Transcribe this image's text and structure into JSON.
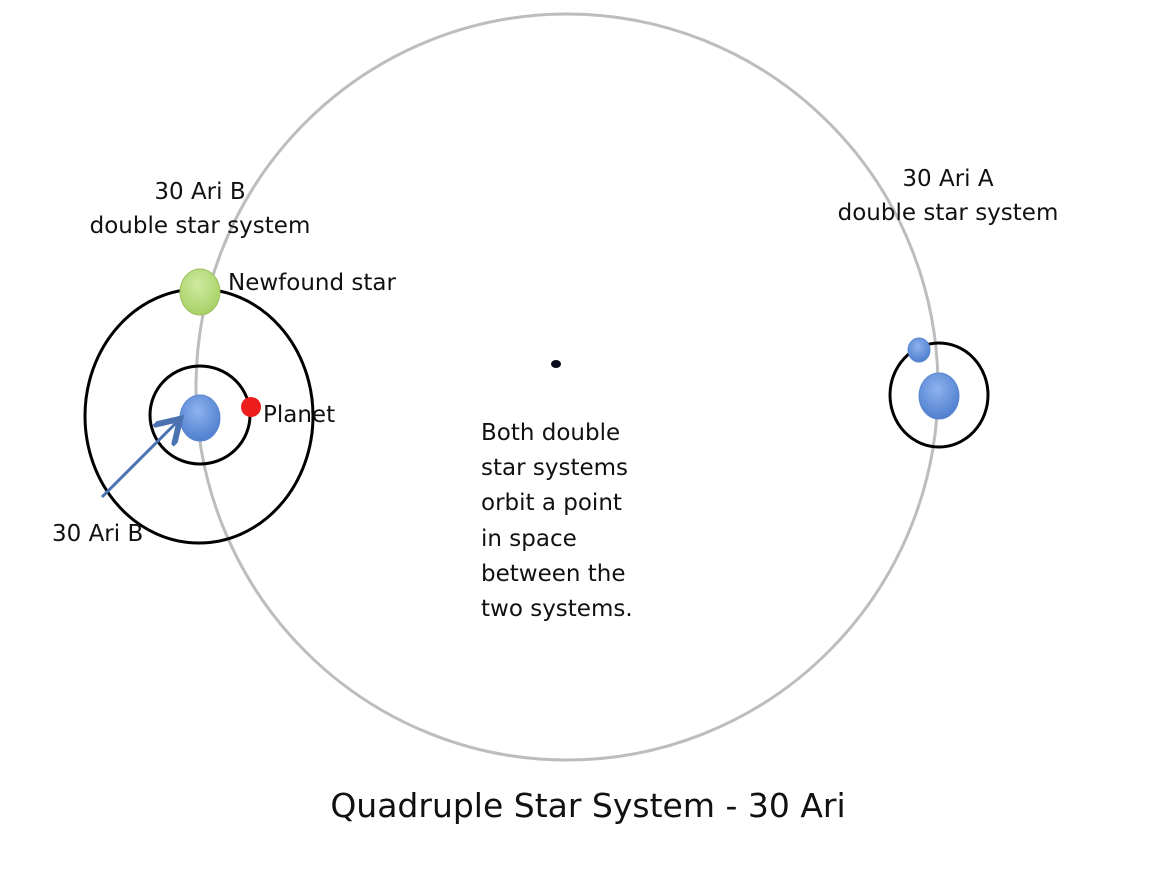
{
  "title": "Quadruple Star System - 30 Ari",
  "labels": {
    "ari_b_system": {
      "line1": "30 Ari B",
      "line2": "double star system"
    },
    "ari_a_system": {
      "line1": "30 Ari A",
      "line2": "double star system"
    },
    "newfound_star": "Newfound star",
    "planet": "Planet",
    "ari_b_star": "30 Ari B"
  },
  "note": {
    "lines": [
      "Both double",
      "star systems",
      "orbit a point",
      "in space",
      "between the",
      "two systems."
    ]
  },
  "colors": {
    "outer_orbit": "#b8b8b8",
    "system_orbits": "#000000",
    "blue_star": "#5b8bd6",
    "green_star": "#b6dc7a",
    "planet": "#ee1c1c",
    "arrow": "#4a72b0",
    "barycenter": "#0a0a1a"
  }
}
